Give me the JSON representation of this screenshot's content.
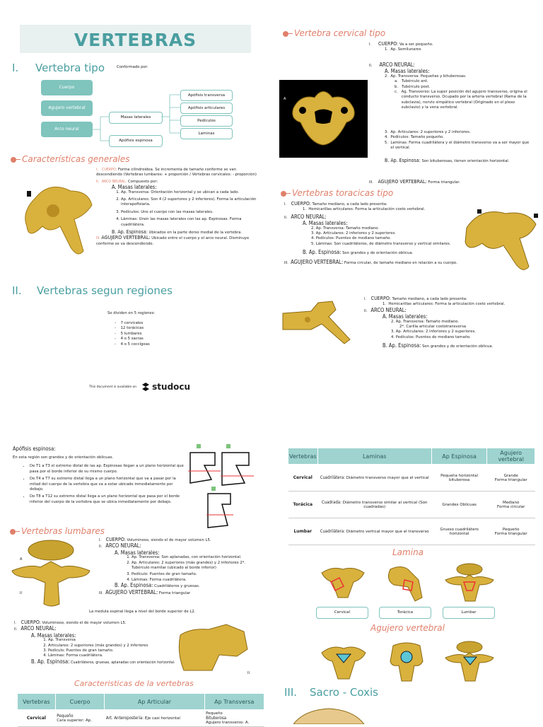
{
  "header": {
    "title": "VERTEBRAS"
  },
  "s1": {
    "num": "I.",
    "title": "Vertebra tipo",
    "conformado": "Conformado por:",
    "boxes": {
      "cuerpo": "Cuerpo",
      "agujero": "Agujero vertebral",
      "arco": "Arco neural",
      "masas": "Masas laterales",
      "transversa": "Apófisis transversa",
      "articulares": "Apófisis articulares",
      "pediculos": "Pedículos",
      "laminas": "Laminas",
      "espinosa": "Apófisis espinosa"
    }
  },
  "gen": {
    "title": "Características generales",
    "l1_num": "I.",
    "l1_label": "CUERPO:",
    "l1_text": "Forma cilindroidea. Se incrementa de tamaño conforme se van descendiendo (Vertebras lumbares: + proporción / Vértebras cervicales: - proporción)",
    "l2_num": "II.",
    "l2_label": "ARCO NEURAL:",
    "l2_text": "Compuesto por:",
    "a_label": "A. Masas laterales:",
    "items": [
      "Ap. Transversa: Orientación horizontal y se ubican a cada lado.",
      "Ap. Articulares: Son 4 (2 superiores y 2 inferiores). Forma la articulación interapofisiaria.",
      "Pedículos: Une el cuerpo con las masas laterales.",
      "Láminas: Unen las masas laterales con las ap. Espinosas. Forma cuadrilátera."
    ],
    "b_label": "B. Ap. Espinosa:",
    "b_text": "Ubicados en la parte dorso medial de la vertebra.",
    "l3_num": "III.",
    "l3_label": "AGUJERO VERTEBRAL:",
    "l3_text": "Ubicado entre el cuerpo y el arco neural. Disminuye conforme se va descendiendo."
  },
  "s2": {
    "num": "II.",
    "title": "Vertebras segun regiones",
    "intro": "Se dividen en 5 regiones:",
    "items": [
      "7 cervicales",
      "12 torácicas",
      "5 lumbares",
      "4 o 5 sacras",
      "4 o 5 coccígeas"
    ],
    "avail": "This document is available on",
    "brand": "studocu"
  },
  "cerv": {
    "title": "Vertebra cervical tipo",
    "l1_num": "I.",
    "l1_label": "CUERPO:",
    "l1_text": "Va a ser pequeño.",
    "l1_sub": "Ap. Semilunares",
    "l2_num": "II.",
    "l2_label": "ARCO NEURAL:",
    "a_label": "A. Masas laterales:",
    "i1": "Ap. Transversa: Pequeñas y bituberosas.",
    "sub_a": "Tubérculo ant.",
    "sub_b": "Tubérculo post.",
    "sub_c": "Ag. Transverso: La super posición del agujero transverso, origina el conducto transverso. Ocupado por la arteria vertebral (Rama de la subclavia), nervio simpático vertebral (Originado en el plexo subclavio) y la vena vertebral.",
    "i3": "Ap. Articulares: 2 superiores y 2 inferiores.",
    "i4": "Pedículos: Tamaño pequeño.",
    "i5": "Laminas: Forma cuadrilátera y el diámetro transverso va a ser mayor que el vertical.",
    "b_label": "B. Ap. Espinosa:",
    "b_text": "Son bituberosas, tienen orientación horizontal.",
    "l3_num": "III.",
    "l3_label": "AGUJERO VERTEBRAL:",
    "l3_text": "Forma triangular."
  },
  "tor": {
    "title": "Vertebras toracicas tipo",
    "l1_num": "I.",
    "l1_label": "CUERPO:",
    "l1_text": "Tamaño mediano, a cada lado presenta:",
    "l1_sub": "Hemicarillas articulares: Forma la articulación costo vertebral.",
    "l2_num": "II.",
    "l2_label": "ARCO NEURAL:",
    "a_label": "A. Masas laterales:",
    "items": [
      "2. Ap. Transversa: Tamaño mediano.",
      "3. Ap. Articulares: 2 inferiores y 2 superiores.",
      "4. Pedículos: Puentes de mediano tamaño.",
      "5. Láminas: Son cuadriláteros, de diámetro transverso y vertical similares."
    ],
    "b_label": "B. Ap. Espinosa:",
    "b_text": "Son grandes y de orientación oblicua.",
    "l3_num": "III.",
    "l3_label": "AGUJERO VERTEBRAL:",
    "l3_text": "Forma circular, de tamaño mediano en relación a su cuerpo."
  },
  "tor2": {
    "l1_num": "I.",
    "l1_label": "CUERPO:",
    "l1_text": "Tamaño mediano, a cada lado presenta:",
    "l1_sub": "Hemicarillas articulares: Forma la articulación costo vertebral.",
    "l2_num": "II.",
    "l2_label": "ARCO NEURAL:",
    "a_label": "A. Masas laterales:",
    "items": [
      "2. Ap. Transversa: Tamaño mediano.",
      "2*. Carilla articular costotransversa",
      "3. Ap. Articulares: 2 inferiores y 2 superiores.",
      "4. Pedículos: Puentes de mediano tamaño."
    ],
    "b_label": "B. Ap. Espinosa:",
    "b_text": "Son grandes y de orientación oblicua."
  },
  "page2": {
    "apof_title": "Apófisis espinosa:",
    "apof_intro": "En esta región son grandes y de orientación oblicuas.",
    "apof_items": [
      "De T1 a T3 el extremo distal de las ap. Espinosas llegan a un plano horizontal que pasa por el borde inferior de su mismo cuerpo.",
      "De T4 a T7 su extremo distal llega a un plano horizontal que va a pasar por la mitad del cuerpo de la vertebra que va a estar ubicado inmediatamente por debajo.",
      "De T8 a T12 su extremo distal llega a un plano horizontal que pasa por el borde inferior del cuerpo de la vertebra que se ubica inmediatamente por debajo."
    ],
    "lumb_title": "Vertebras lumbares",
    "lumb": {
      "l1_num": "I.",
      "l1_label": "CUERPO:",
      "l1_text": "Voluminoso, siendo el de mayor volumen L5.",
      "l2_num": "II.",
      "l2_label": "ARCO NEURAL:",
      "a_label": "A. Masas laterales:",
      "items": [
        "Ap. Transversa: Son aplanadas, con orientación horizontal.",
        "Ap. Articulares: 2 superiores (más grandes) y 2 inferiores 2*. Tubérculo mamilar (ubicado al borde inferior)",
        "Pedículo: Puentes de gran tamaño.",
        "Láminas: Forma cuadrilátera."
      ],
      "b_label": "B. Ap. Espinosa:",
      "b_text": "Cuadriláteros y gruesas.",
      "l3_num": "III.",
      "l3_label": "AGUJERO VERTEBRAL:",
      "l3_text": "Forma triangular",
      "note": "La medula espinal llega a nivel del borde superior de L2."
    },
    "lumb2": {
      "l1_num": "I.",
      "l1_label": "CUERPO:",
      "l1_text": "Voluminoso, siendo el de mayor volumen L5.",
      "l2_num": "II.",
      "l2_label": "ARCO NEURAL:",
      "a_label": "A. Masas laterales:",
      "items": [
        "Ap. Transversa",
        "Articulares: 2 superiores (más grandes) y 2 inferiores",
        "Pedículo: Puentes de gran tamaño.",
        "Láminas: Forma cuadrilátera."
      ],
      "b_label": "B. Ap. Espinosa:",
      "b_text": "Cuadriláteros, gruesas, aplanadas con orientación horizontal."
    },
    "fig_labels": {
      "a": "A",
      "ii": "II",
      "ii2": "II"
    },
    "table1": {
      "headers": [
        "Vertebras",
        "Laminas",
        "Ap Espinosa",
        "Agujero vertebral"
      ],
      "rows": [
        {
          "name": "Cervical",
          "lam_head": "Cuadrilátera:",
          "lam": "Diámetro transverso mayor que el vertical",
          "esp": "Pequeña horizontal bituberosa",
          "ag1": "Grande",
          "ag2": "Forma triangular"
        },
        {
          "name": "Torácica",
          "lam_head": "Cuadrada:",
          "lam": "Diámetro transverso similar al vertical (Son cuadradas)",
          "esp": "Grandes Oblicuas",
          "ag1": "Mediano",
          "ag2": "Forma circular"
        },
        {
          "name": "Lumbar",
          "lam_head": "Cuadrilátera:",
          "lam": "Diámetro vertical mayor que el transverso",
          "esp": "Grueso cuadrilátero horizontal",
          "ag1": "Pequeño",
          "ag2": "Forma triangular"
        }
      ]
    },
    "lamina_title": "Lamina",
    "lamina_labels": [
      "Cervical",
      "Torácica",
      "Lumbar"
    ],
    "agujero_title": "Agujero vertebral",
    "car_title": "Caracteristicas de la vertebras",
    "table2": {
      "headers": [
        "Vertebras",
        "Cuerpo",
        "Ap Articular",
        "Ap Transversa"
      ],
      "row": {
        "name": "Cervical",
        "cuerpo1": "Pequeño",
        "cuerpo2": "Cara superior: Ap.",
        "art1": "Art. Anteroposteria:",
        "art2": "Eje casi horizontal",
        "tr1": "Pequeño",
        "tr2": "Bituberosa",
        "tr3": "Agujero transverso: A."
      }
    },
    "sacro_num": "III.",
    "sacro_title": "Sacro - Coxis"
  },
  "colors": {
    "teal": "#4a9ea0",
    "coral": "#e0806b",
    "box": "#7fc4bd",
    "bone": "#d9b13d"
  }
}
